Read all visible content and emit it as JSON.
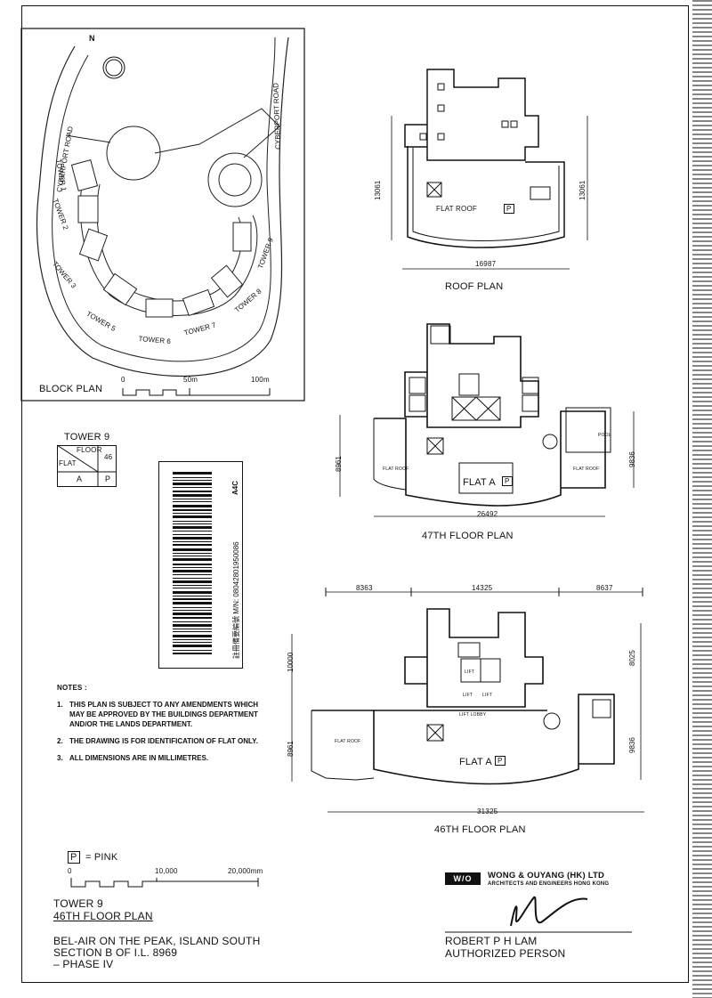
{
  "block_plan": {
    "title": "BLOCK PLAN",
    "north": "N",
    "roads": [
      "CYBERPORT ROAD",
      "CYBERPORT ROAD"
    ],
    "towers": [
      "TOWER 1",
      "TOWER 2",
      "TOWER 3",
      "TOWER 5",
      "TOWER 6",
      "TOWER 7",
      "TOWER 8",
      "TOWER 9"
    ],
    "scale": [
      "0",
      "50m",
      "100m"
    ]
  },
  "roof_plan": {
    "title": "ROOF PLAN",
    "room": "FLAT ROOF",
    "tag": "P",
    "dims": {
      "width": "16987",
      "height_left": "13061",
      "height_right": "13061"
    }
  },
  "floor47": {
    "title": "47TH FLOOR PLAN",
    "flat": "FLAT A",
    "tag": "P",
    "small": [
      "FLAT ROOF",
      "FLAT ROOF",
      "POOL"
    ],
    "dims": {
      "width": "26492",
      "left": "8961",
      "right": "9836"
    }
  },
  "floor46": {
    "title": "46TH FLOOR PLAN",
    "flat": "FLAT A",
    "tag": "P",
    "labels": [
      "LIFT",
      "LIFT",
      "LIFT",
      "LIFT LOBBY",
      "FLAT ROOF"
    ],
    "dims": {
      "top": [
        "8363",
        "14325",
        "8637"
      ],
      "width": "31325",
      "left_top": "10000",
      "left_bottom": "8961",
      "right_top": "8025",
      "right_bottom": "9836"
    }
  },
  "key_table": {
    "tower": "TOWER 9",
    "floor_label": "FLOOR",
    "flat_label": "FLAT",
    "floor_value": "46",
    "flat_value": "A",
    "flat_tag": "P"
  },
  "barcode": {
    "text": "註冊備要編號 M/N: 08042801950086",
    "code": "A4C"
  },
  "notes": {
    "heading": "NOTES :",
    "items": [
      "THIS PLAN IS SUBJECT TO ANY AMENDMENTS WHICH MAY BE APPROVED BY THE BUILDINGS DEPARTMENT AND/OR THE LANDS DEPARTMENT.",
      "THE DRAWING IS FOR IDENTIFICATION OF FLAT ONLY.",
      "ALL DIMENSIONS ARE IN MILLIMETRES."
    ]
  },
  "legend": {
    "tag": "P",
    "text": "= PINK",
    "scale": [
      "0",
      "10,000",
      "20,000mm"
    ]
  },
  "footer": {
    "tower": "TOWER 9",
    "plan": "46TH FLOOR PLAN",
    "project_lines": [
      "BEL-AIR ON THE PEAK, ISLAND SOUTH",
      "SECTION B OF I.L. 8969",
      "– PHASE IV"
    ]
  },
  "architect": {
    "logo": "W/O",
    "name": "WONG & OUYANG (HK) LTD",
    "sub": "ARCHITECTS AND ENGINEERS HONG KONG",
    "person": "ROBERT P H LAM",
    "role": "AUTHORIZED PERSON"
  }
}
